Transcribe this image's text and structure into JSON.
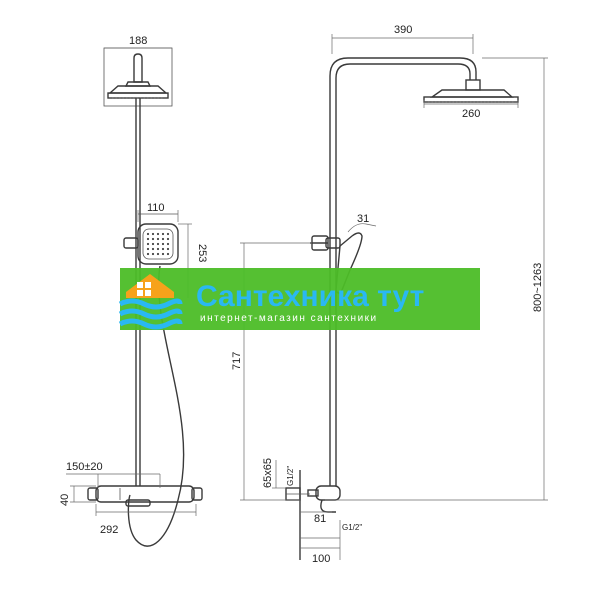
{
  "front_view": {
    "head_width": "188",
    "handshower_width": "110",
    "handshower_height": "253",
    "mixer_spacing": "150±20",
    "mixer_height": "40",
    "mixer_length": "292"
  },
  "side_view": {
    "arm_reach": "390",
    "head_diameter": "260",
    "handshower_angle": "31",
    "height_range": "800~1263",
    "holder_height": "717",
    "eccentric_size": "65x65",
    "inlet_thread_top": "G1/2\"",
    "inlet_thread_bottom": "G1/2\"",
    "eccentric_depth": "81",
    "wall_offset": "100"
  },
  "watermark": {
    "title": "Сантехника тут",
    "subtitle": "интернет-магазин сантехники",
    "bg_color": "#4cbd27",
    "title_color": "#2ab8f2"
  }
}
